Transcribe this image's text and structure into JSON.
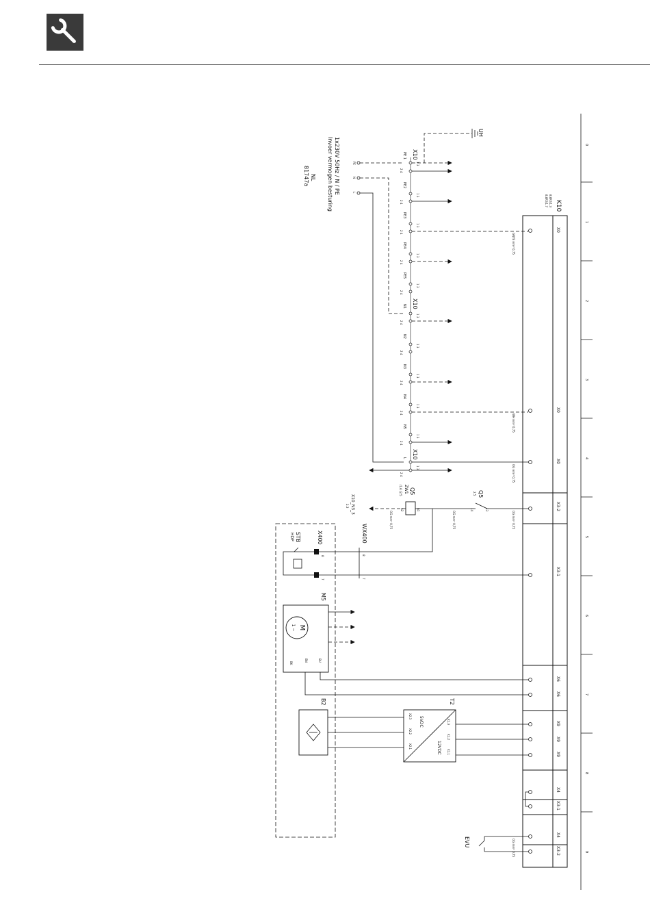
{
  "header": {
    "icon": "wrench-icon",
    "icon_bg": "#3a3a3a"
  },
  "colors": {
    "line": "#111111",
    "page": "#ffffff"
  },
  "title": {
    "supply": "1x230V 50Hz / N / PE",
    "desc": "Invoer vermogen besturing",
    "lang": "NL",
    "code": "81747a"
  },
  "uh": "UH",
  "mains": [
    "PE",
    "N",
    "L"
  ],
  "x10": {
    "label": "X10",
    "pe": [
      "PE 1",
      "PE2",
      "PE3",
      "PE4",
      "PE5"
    ],
    "n": [
      "N1",
      "N2",
      "N3",
      "N4",
      "N5"
    ],
    "l": "L",
    "pins_top": "1 3",
    "pins_bottom": "2 4",
    "ref": "X10_N3_3",
    "ref_page": "2.3"
  },
  "k10": {
    "label": "K10",
    "refs": [
      "8.8F2/1.3",
      "8.8F2/1.7"
    ]
  },
  "connectors": {
    "x0_1": "X0",
    "x0_2": "X0",
    "x0_3": "X0",
    "x3_2": "X3-2",
    "x3_1": "X3-1",
    "x6a": "X6",
    "x6b": "X6",
    "x9a": "X9",
    "x9b": "X9",
    "x9c": "X9",
    "x4a": "X4",
    "x3_1b": "X3-1",
    "x4b": "X4",
    "x3_2b": "X3-2"
  },
  "wires": {
    "w1": "GNYE mm² 0,75",
    "w2": "WH mm² 0,75",
    "w3": "OG mm² 0,75",
    "w4": "OG mm² 0,75",
    "w5": "OG mm² 0,75",
    "w6": "OG mm² 0,75",
    "w7": "OG mm² 0,75"
  },
  "q5": {
    "label": "Q5",
    "page": "2.5",
    "pin_a": "13",
    "pin_b": "14"
  },
  "zw": {
    "label": "Q5",
    "sub": "ZW1",
    "refs": "/1.6  /2.5",
    "a1": "A1",
    "a2": "A2"
  },
  "x400": {
    "label": "X400",
    "pin8": "8",
    "pin7": "7"
  },
  "wx400": {
    "label": "WX400",
    "p8": "8",
    "p7": "7"
  },
  "stb": {
    "label": "STB",
    "sub": "HDP"
  },
  "m5": {
    "label": "M5",
    "motor": "M",
    "motor_sub": "1 ~",
    "bu": "BU",
    "bn": "BN",
    "bk": "BK"
  },
  "t2": {
    "label": "T2",
    "left": "5VDC",
    "right": "12VDC",
    "pins_left": [
      "X2.3",
      "X2.2",
      "X2.1"
    ],
    "pins_right": [
      "X1.3",
      "X1.2",
      "X1.1"
    ]
  },
  "b2": {
    "label": "B2"
  },
  "evu": {
    "label": "EVU"
  },
  "grid": [
    "0",
    "1",
    "2",
    "3",
    "4",
    "5",
    "6",
    "7",
    "8",
    "9"
  ]
}
